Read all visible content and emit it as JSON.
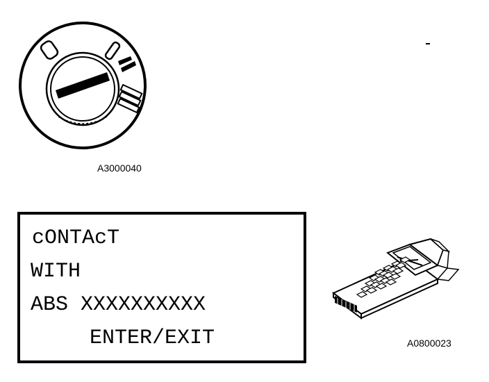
{
  "figure": {
    "switch_caption": "A3000040",
    "tester_caption": "A0800023"
  },
  "display": {
    "line1": "cONTAcT",
    "line2": "WITH",
    "line3": "ABS XXXXXXXXXX",
    "line4": "ENTER/EXIT"
  },
  "icons": {
    "switch": "ignition-switch-icon",
    "tester": "handheld-tester-icon"
  }
}
